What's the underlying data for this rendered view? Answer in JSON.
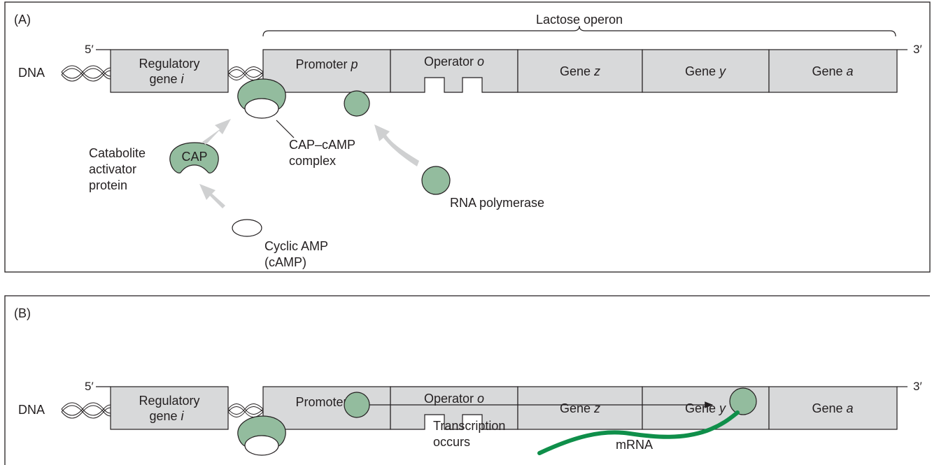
{
  "colors": {
    "box_fill": "#d8d9da",
    "protein_green": "#93bc9e",
    "mrna_green": "#0f8f4a",
    "arrow_gray": "#cfd0d1",
    "line": "#231f20"
  },
  "panel_a": {
    "label": "(A)",
    "operon_label": "Lactose operon",
    "dna_label": "DNA",
    "five_prime": "5′",
    "three_prime": "3′",
    "regulatory": {
      "line1": "Regulatory",
      "line2": "gene ",
      "italic": "i"
    },
    "promoter": {
      "text": "Promoter ",
      "italic": "p"
    },
    "operator": {
      "text": "Operator ",
      "italic": "o"
    },
    "gene_z": {
      "text": "Gene ",
      "italic": "z"
    },
    "gene_y": {
      "text": "Gene ",
      "italic": "y"
    },
    "gene_a": {
      "text": "Gene ",
      "italic": "a"
    },
    "cap_text": "CAP",
    "cap_label": [
      "Catabolite",
      "activator",
      "protein"
    ],
    "complex_label": [
      "CAP–cAMP",
      "complex"
    ],
    "camp_label": [
      "Cyclic AMP",
      "(cAMP)"
    ],
    "polymerase_label": "RNA polymerase"
  },
  "panel_b": {
    "label": "(B)",
    "dna_label": "DNA",
    "five_prime": "5′",
    "three_prime": "3′",
    "regulatory": {
      "line1": "Regulatory",
      "line2": "gene ",
      "italic": "i"
    },
    "promoter": {
      "text": "Promoter ",
      "italic": "p"
    },
    "operator": {
      "text": "Operator ",
      "italic": "o"
    },
    "gene_z": {
      "text": "Gene ",
      "italic": "z"
    },
    "gene_y": {
      "text": "Gene ",
      "italic": "y"
    },
    "gene_a": {
      "text": "Gene ",
      "italic": "a"
    },
    "transcription_label": [
      "Transcription",
      "occurs"
    ],
    "mrna_label": "mRNA"
  }
}
